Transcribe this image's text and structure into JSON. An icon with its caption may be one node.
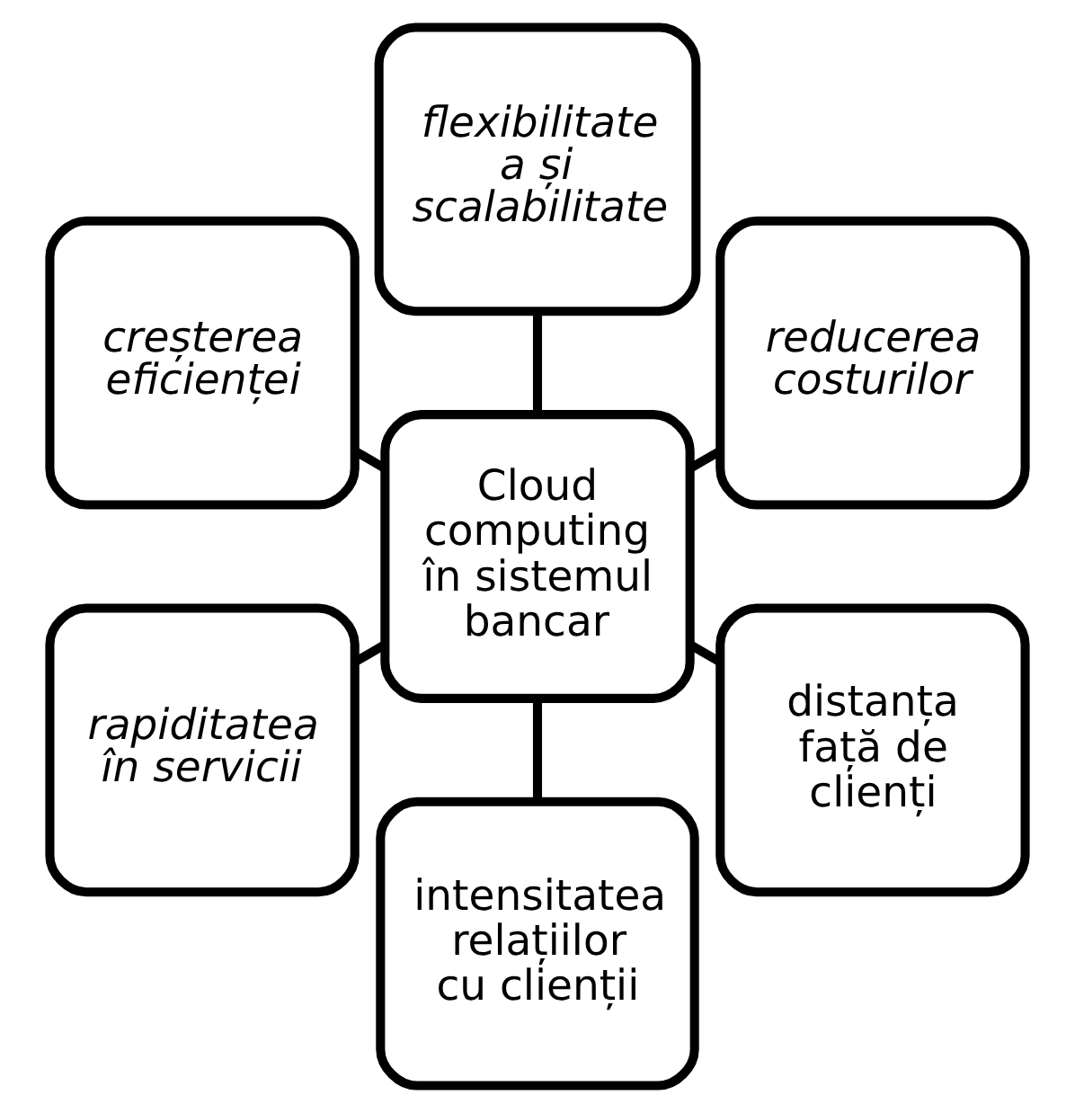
{
  "diagram": {
    "nodes": [
      {
        "text": [
          "Cloud computing în sistemul bancar"
        ]
      },
      {
        "text": [
          "reducerea costurilor"
        ]
      },
      {
        "text": [
          "flexibilitatea și scalabilitate"
        ]
      },
      {
        "text": [
          "creșterea eficienței"
        ]
      },
      {
        "text": [
          "rapiditatea în servicii"
        ]
      },
      {
        "text": [
          "intensitatea relațiilor cu clienții"
        ]
      },
      {
        "text": [
          "distanța față de clienți"
        ]
      }
    ],
    "edges": [
      {
        "from": 0,
        "to": 1,
        "arrow": "none"
      },
      {
        "from": 0,
        "to": 2,
        "arrow": "none"
      },
      {
        "from": 0,
        "to": 3,
        "arrow": "none"
      },
      {
        "from": 0,
        "to": 4,
        "arrow": "none"
      },
      {
        "from": 0,
        "to": 5,
        "arrow": "none"
      },
      {
        "from": 0,
        "to": 6,
        "arrow": "none"
      }
    ]
  }
}
